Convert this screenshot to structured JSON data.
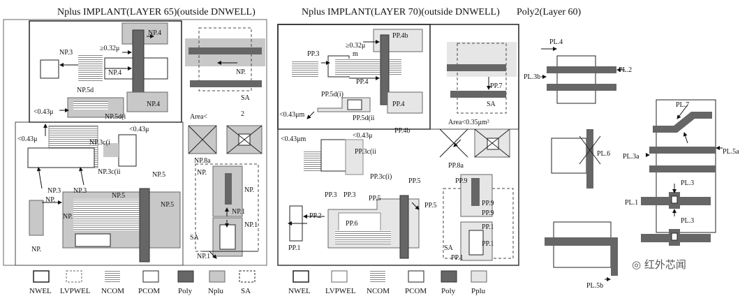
{
  "titles": {
    "left": "Nplus IMPLANT(LAYER 65)(outside DNWELL)",
    "middle": "Nplus IMPLANT(LAYER 70)(outside DNWELL)",
    "right": "Poly2(Layer 60)"
  },
  "left_panel": {
    "labels": [
      "NP.4",
      "≥0.32μ",
      "NP.3",
      "NP.4",
      "NP.5d",
      "NP.4",
      "<0.43μ",
      "NP.5d(i",
      "<0.43μ",
      "<0.43μ",
      "NP.3c(i",
      "NP.3c(ii",
      "NP.3",
      "NP.3",
      "NP.5",
      "NP.5",
      "NP.5",
      "NP.",
      "NP.",
      "NP.",
      "SA",
      "Area<",
      "2",
      "NP.8a",
      "NP.",
      "NP.",
      "NP.",
      "NP.1",
      "NP.1",
      "NP.1",
      "SA"
    ]
  },
  "middle_panel": {
    "labels": [
      "PP.4b",
      "≥0.32μ",
      "m",
      "PP.3",
      "PP.4",
      "PP.5d(i)",
      "PP.4",
      "PP.5d(ii",
      "<0.43μm",
      "PP.4b",
      "<0.43μm",
      "<0.43μ",
      "PP.3c(ii",
      "PP.3",
      "PP.3",
      "PP.3c(i)",
      "PP.5",
      "PP.5",
      "PP.5",
      "PP.2",
      "PP.6",
      "PP.1",
      "PP.7",
      "SA",
      "Area<0.35μm²",
      "PP.8a",
      "PP.9",
      "PP.9",
      "PP.9",
      "PP.1",
      "PP.1",
      "SA",
      "PP.1"
    ]
  },
  "right_panel": {
    "labels": [
      "PL.4",
      "PL.3b",
      "PL.2",
      "PL.7",
      "PL.6",
      "PL.3a",
      "PL.5a",
      "PL.3",
      "PL.1",
      "PL.3",
      "PL.5b"
    ]
  },
  "legend_left": [
    "NWEL",
    "LVPWEL",
    "NCOM",
    "PCOM",
    "Poly",
    "Nplu",
    "SA"
  ],
  "legend_middle": [
    "NWEL",
    "LVPWEL",
    "NCOM",
    "PCOM",
    "Poly",
    "Pplu"
  ],
  "watermark": "红外芯闻"
}
